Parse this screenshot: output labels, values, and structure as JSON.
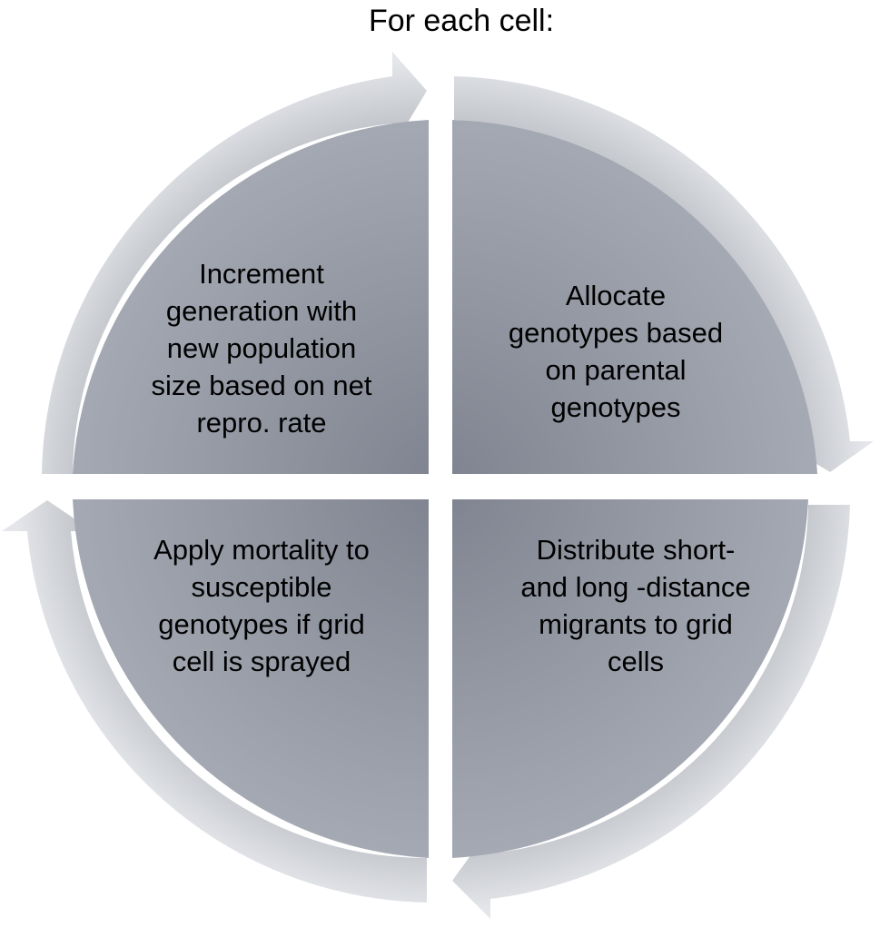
{
  "title": "For each cell:",
  "steps": [
    {
      "position": "top-right",
      "lines": [
        "Allocate",
        "genotypes based",
        "on parental",
        "genotypes"
      ]
    },
    {
      "position": "bottom-right",
      "lines": [
        "Distribute short-",
        "and long -distance",
        "migrants to grid",
        "cells"
      ]
    },
    {
      "position": "bottom-left",
      "lines": [
        "Apply mortality to",
        "susceptible",
        "genotypes if grid",
        "cell is sprayed"
      ]
    },
    {
      "position": "top-left",
      "lines": [
        "Increment",
        "generation with",
        "new population",
        "size based on net",
        "repro. rate"
      ]
    }
  ],
  "colors": {
    "quadrant_light": "#a7abb5",
    "quadrant_dark": "#7e838f",
    "arrow_light": "#e4e6ea",
    "arrow_dark": "#b7bac0",
    "text": "#000000"
  }
}
